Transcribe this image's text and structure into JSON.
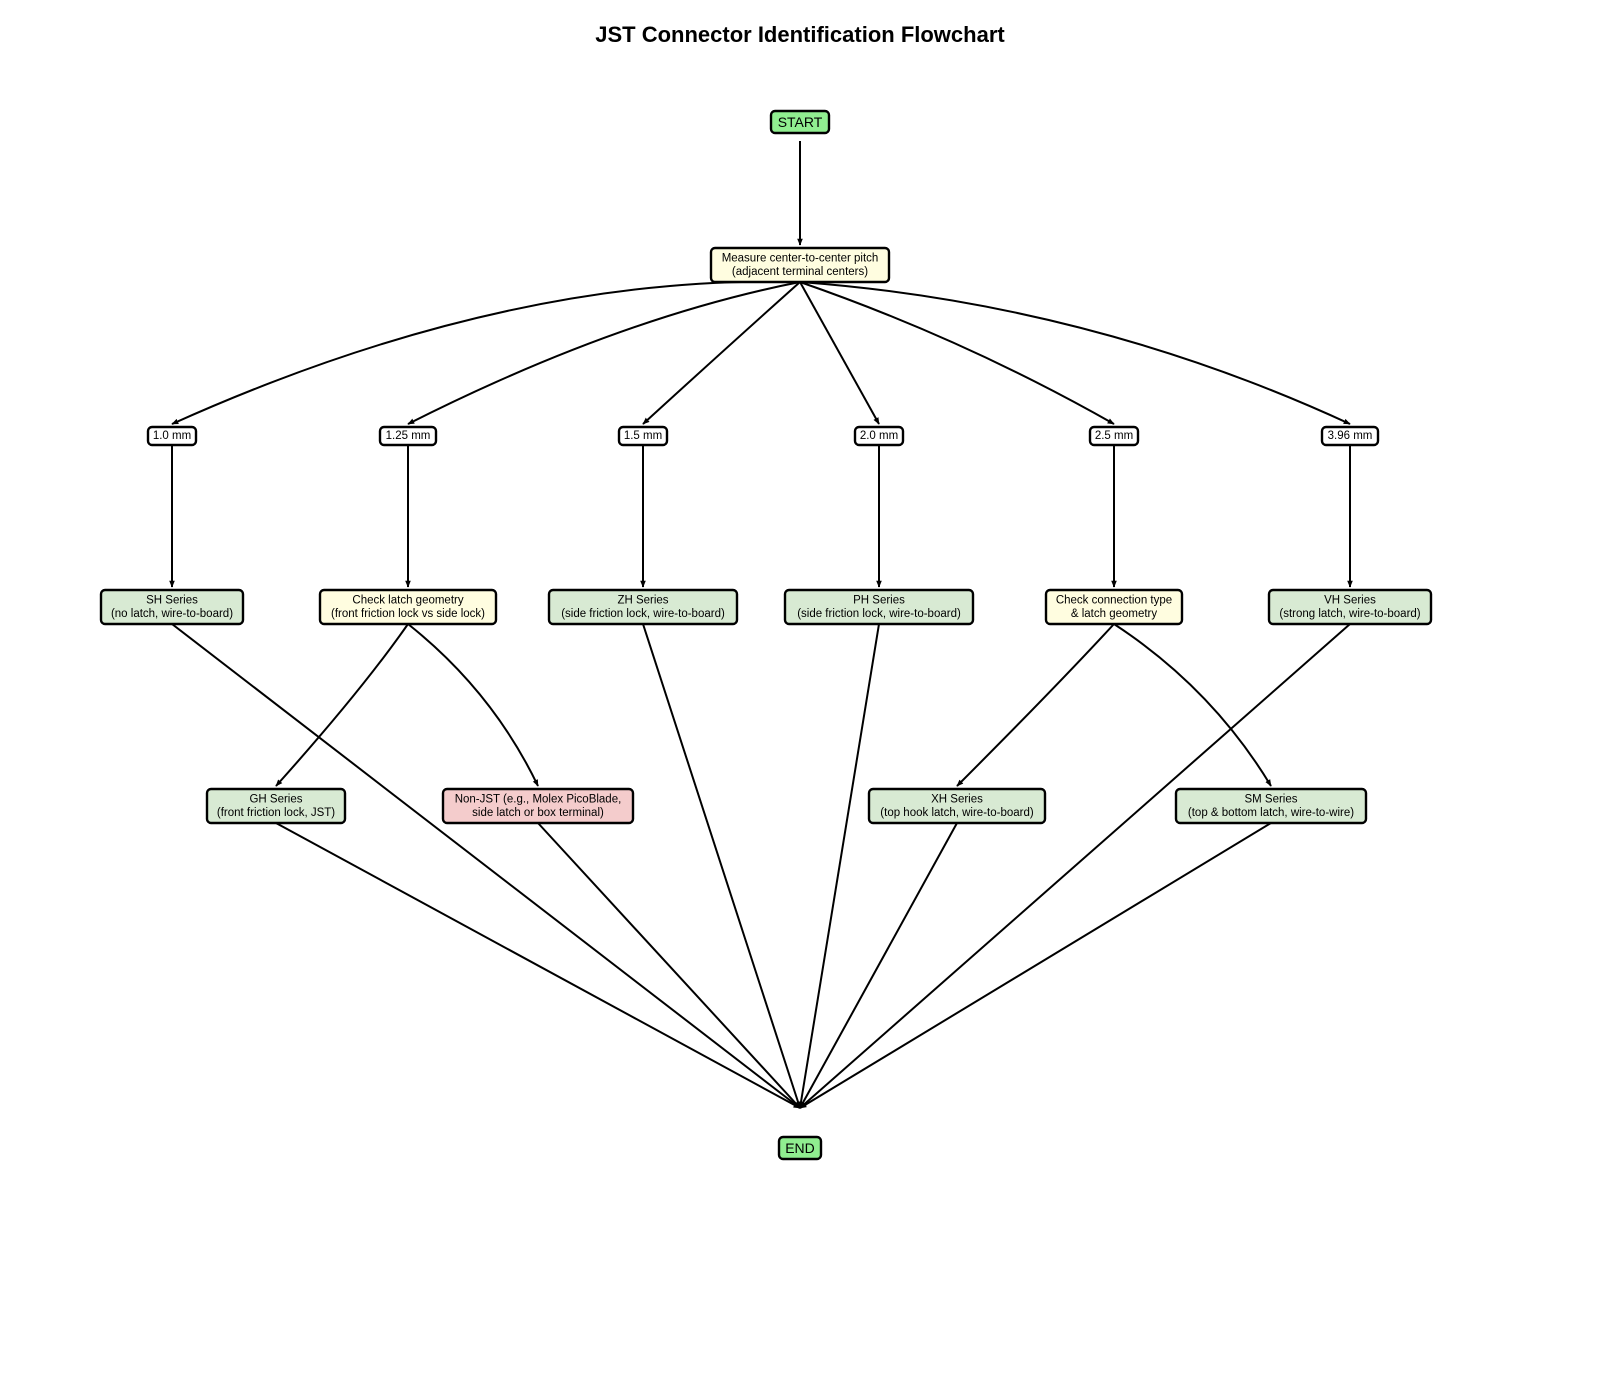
{
  "title": "JST Connector Identification Flowchart",
  "colors": {
    "terminal": "#90ee90",
    "decision": "#fffde0",
    "result": "#d8ead3",
    "non_jst": "#f4cccc",
    "pitch": "#ffffff",
    "stroke": "#000000"
  },
  "nodes": [
    {
      "id": "start",
      "kind": "terminal",
      "lines": [
        "START"
      ]
    },
    {
      "id": "measure",
      "kind": "decision",
      "lines": [
        "Measure center-to-center pitch",
        "(adjacent terminal centers)"
      ]
    },
    {
      "id": "p10",
      "kind": "pitch",
      "lines": [
        "1.0 mm"
      ]
    },
    {
      "id": "p125",
      "kind": "pitch",
      "lines": [
        "1.25 mm"
      ]
    },
    {
      "id": "p15",
      "kind": "pitch",
      "lines": [
        "1.5 mm"
      ]
    },
    {
      "id": "p20",
      "kind": "pitch",
      "lines": [
        "2.0 mm"
      ]
    },
    {
      "id": "p25",
      "kind": "pitch",
      "lines": [
        "2.5 mm"
      ]
    },
    {
      "id": "p396",
      "kind": "pitch",
      "lines": [
        "3.96 mm"
      ]
    },
    {
      "id": "sh",
      "kind": "result",
      "lines": [
        "SH Series",
        "(no latch, wire-to-board)"
      ]
    },
    {
      "id": "latch",
      "kind": "decision",
      "lines": [
        "Check latch geometry",
        "(front friction lock vs side lock)"
      ]
    },
    {
      "id": "zh",
      "kind": "result",
      "lines": [
        "ZH Series",
        "(side friction lock, wire-to-board)"
      ]
    },
    {
      "id": "ph",
      "kind": "result",
      "lines": [
        "PH Series",
        "(side friction lock, wire-to-board)"
      ]
    },
    {
      "id": "conn",
      "kind": "decision",
      "lines": [
        "Check connection type",
        "& latch geometry"
      ]
    },
    {
      "id": "vh",
      "kind": "result",
      "lines": [
        "VH Series",
        "(strong latch, wire-to-board)"
      ]
    },
    {
      "id": "gh",
      "kind": "result",
      "lines": [
        "GH Series",
        "(front friction lock, JST)"
      ]
    },
    {
      "id": "nonjst",
      "kind": "non_jst",
      "lines": [
        "Non-JST (e.g., Molex PicoBlade,",
        "side latch or box terminal)"
      ]
    },
    {
      "id": "xh",
      "kind": "result",
      "lines": [
        "XH Series",
        "(top hook latch, wire-to-board)"
      ]
    },
    {
      "id": "sm",
      "kind": "result",
      "lines": [
        "SM Series",
        "(top & bottom latch, wire-to-wire)"
      ]
    },
    {
      "id": "end",
      "kind": "terminal",
      "lines": [
        "END"
      ]
    }
  ],
  "edges": [
    {
      "from": "start",
      "to": "measure"
    },
    {
      "from": "measure",
      "to": "p10"
    },
    {
      "from": "measure",
      "to": "p125"
    },
    {
      "from": "measure",
      "to": "p15"
    },
    {
      "from": "measure",
      "to": "p20"
    },
    {
      "from": "measure",
      "to": "p25"
    },
    {
      "from": "measure",
      "to": "p396"
    },
    {
      "from": "p10",
      "to": "sh"
    },
    {
      "from": "p125",
      "to": "latch"
    },
    {
      "from": "p15",
      "to": "zh"
    },
    {
      "from": "p20",
      "to": "ph"
    },
    {
      "from": "p25",
      "to": "conn"
    },
    {
      "from": "p396",
      "to": "vh"
    },
    {
      "from": "latch",
      "to": "gh"
    },
    {
      "from": "latch",
      "to": "nonjst"
    },
    {
      "from": "conn",
      "to": "xh"
    },
    {
      "from": "conn",
      "to": "sm"
    },
    {
      "from": "sh",
      "to": "end"
    },
    {
      "from": "zh",
      "to": "end"
    },
    {
      "from": "ph",
      "to": "end"
    },
    {
      "from": "vh",
      "to": "end"
    },
    {
      "from": "gh",
      "to": "end"
    },
    {
      "from": "nonjst",
      "to": "end"
    },
    {
      "from": "xh",
      "to": "end"
    },
    {
      "from": "sm",
      "to": "end"
    }
  ]
}
